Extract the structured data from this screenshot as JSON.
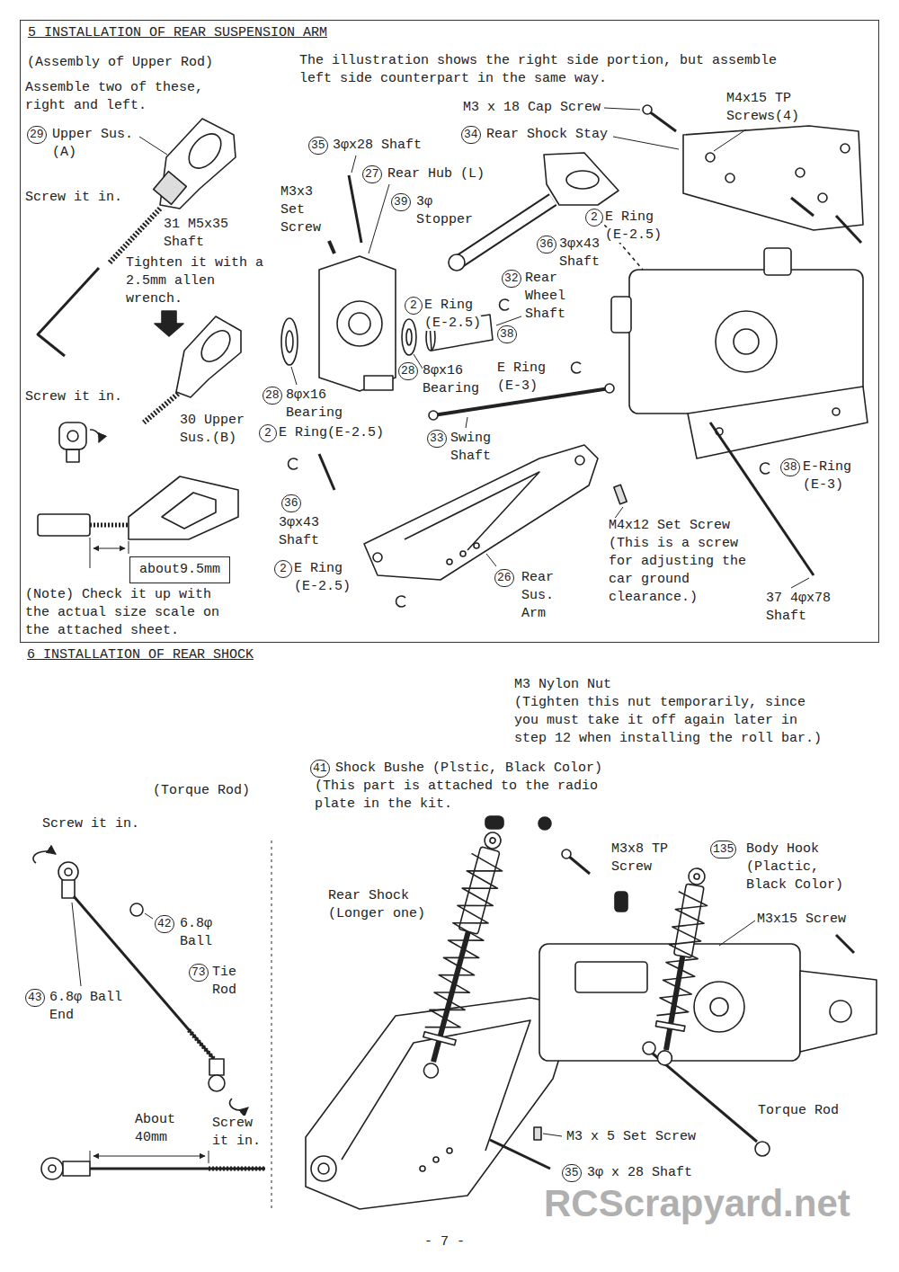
{
  "diagram": {
    "nodes": [
      {
        "text": [
          "5 INSTALLATION OF REAR SUSPENSION ARM"
        ]
      },
      {
        "text": [
          "6 INSTALLATION OF REAR SHOCK"
        ]
      },
      {
        "text": [
          "about9.5mm"
        ],
        "in": 0
      }
    ],
    "labels": [
      "(Assembly of Upper Rod)",
      "Assemble two of these, right and left.",
      "The illustration shows the right side portion, but assemble left side counterpart in the same way.",
      "M3 x 18 Cap Screw",
      "M4x15 TP Screws(4)",
      "29",
      "Upper Sus. (A)",
      "35",
      "3φx28 Shaft",
      "34",
      "Rear Shock Stay",
      "27",
      "Rear Hub (L)",
      "Screw it in.",
      "M3x3 Set Screw",
      "39",
      "3φ Stopper",
      "2",
      "E Ring (E-2.5)",
      "31 M5x35 Shaft",
      "36",
      "3φx43 Shaft",
      "2",
      "E Ring (E-2.5)",
      "32",
      "Rear Wheel Shaft",
      "Tighten it with a 2.5mm allen wrench.",
      "28",
      "8φx16 Bearing",
      "38",
      "E Ring (E-3)",
      "28",
      "8φx16 Bearing",
      "Screw it in.",
      "30 Upper Sus.(B)",
      "2",
      "E Ring(E-2.5)",
      "33",
      "Swing Shaft",
      "38",
      "E-Ring (E-3)",
      "36",
      "3φx43 Shaft",
      "M4x12 Set Screw (This is a screw for adjusting the car ground clearance.)",
      "2",
      "E Ring (E-2.5)",
      "26",
      "Rear Sus. Arm",
      "37 4φx78 Shaft",
      "(Note) Check it up with the actual size scale on the attached sheet.",
      "M3 Nylon Nut",
      "(Tighten this nut temporarily, since you must take it off again later in step 12 when installing the roll bar.)",
      "41",
      "Shock Bushe (Plstic, Black Color)",
      "(This part is attached to the radio plate in the kit.",
      "(Torque Rod)",
      "Screw it in.",
      "M3x8 TP Screw",
      "135",
      "Body Hook (Plactic, Black Color)",
      "Rear Shock (Longer one)",
      "M3x15 Screw",
      "42",
      "6.8φ Ball",
      "73",
      "Tie Rod",
      "43",
      "6.8φ Ball End",
      "Torque Rod",
      "About 40mm",
      "Screw it in.",
      "M3 x 5 Set Screw",
      "35",
      "3φ x 28 Shaft",
      "- 7 -",
      "RCScrapyard.net"
    ]
  }
}
